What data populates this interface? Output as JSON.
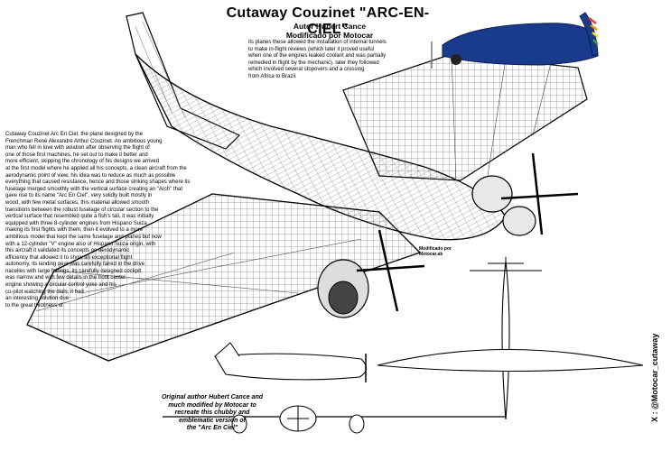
{
  "header": {
    "title": "Cutaway Couzinet \"ARC-EN-CIEL\"",
    "author_line": "Autor Hubert Cance",
    "modified_line": "Modificado por Motocar"
  },
  "intro_text": "its planes these allowed the installation of internal tunnels\nto make in-flight reviews (which later it proved useful\nwhen one of the engines leaked coolant and was partially\nremedied in flight by the mechanic). later they followed\nwhich involved several stopovers and a crossing\n            from Africa to Brazil.",
  "description_text": "Cutaway Couzinet Arc En Ciel, the plane designed by the\nFrenchman René Alexandre Arthur Couzinet. An ambitious young\nman who fell in love with aviation after observing the flight of\none of those first machines, he set out to make it better and\nmore efficient, skipping the chronology of his designs we arrived\nat the first model where he applied all his concepts, a clean aircraft from the\naerodynamic point of view, his idea was to reduce as much as possible\neverything that caused resistance, hence and those striking shapes where its\nfuselage merged smoothly with the vertical surface creating an \"Arch\" that\ngave rise to its name \"Arc En Ciel\", very solidly built mostly in\nwood, with few metal surfaces, this material allowed smooth\ntransitions between the robust fuselage of circular section to the\nvertical surface that resembled quite a fish's tail, it was initially\nequipped with three 8-cylinder engines from Hispano Suiza\nmaking its first flights with them, then it evolved to a more\nambitious model that kept the same fuselage and planes but now\nwith a 12-cylinder \"V\" engine also of Hispano Suiza origin, with\nthis aircraft it validated its concepts on aerodynamic\nefficiency that allowed it to show an exceptional flight\nautonomy, its landing gear was carefully faired in the drive\nnacelles with large fairings, its carefully designed cockpit\nwas narrow and with few details in the front center\nengine showing a circular control yoke and his\nco-pilot watching the dials, it had\nan interesting solution due\nto the great thickness of",
  "credit_text": "Original author Hubert Cance and\nmuch   modified by Motocar to\nrecreate this chubby and\nemblematic version of\nthe \"Arc En Ciel\"",
  "modified_stamp": "Modificado por\nMotocar.ak",
  "side_handle": "X : @Motocar_cutaway",
  "colors": {
    "plane_blue": "#1a3a8c",
    "ink": "#000000",
    "rainbow": [
      "#e53935",
      "#fb8c00",
      "#fdd835",
      "#43a047"
    ]
  },
  "icons": [
    "aircraft-cutaway-drawing",
    "aircraft-color-profile",
    "aircraft-side-view",
    "aircraft-top-view",
    "aircraft-front-view"
  ]
}
